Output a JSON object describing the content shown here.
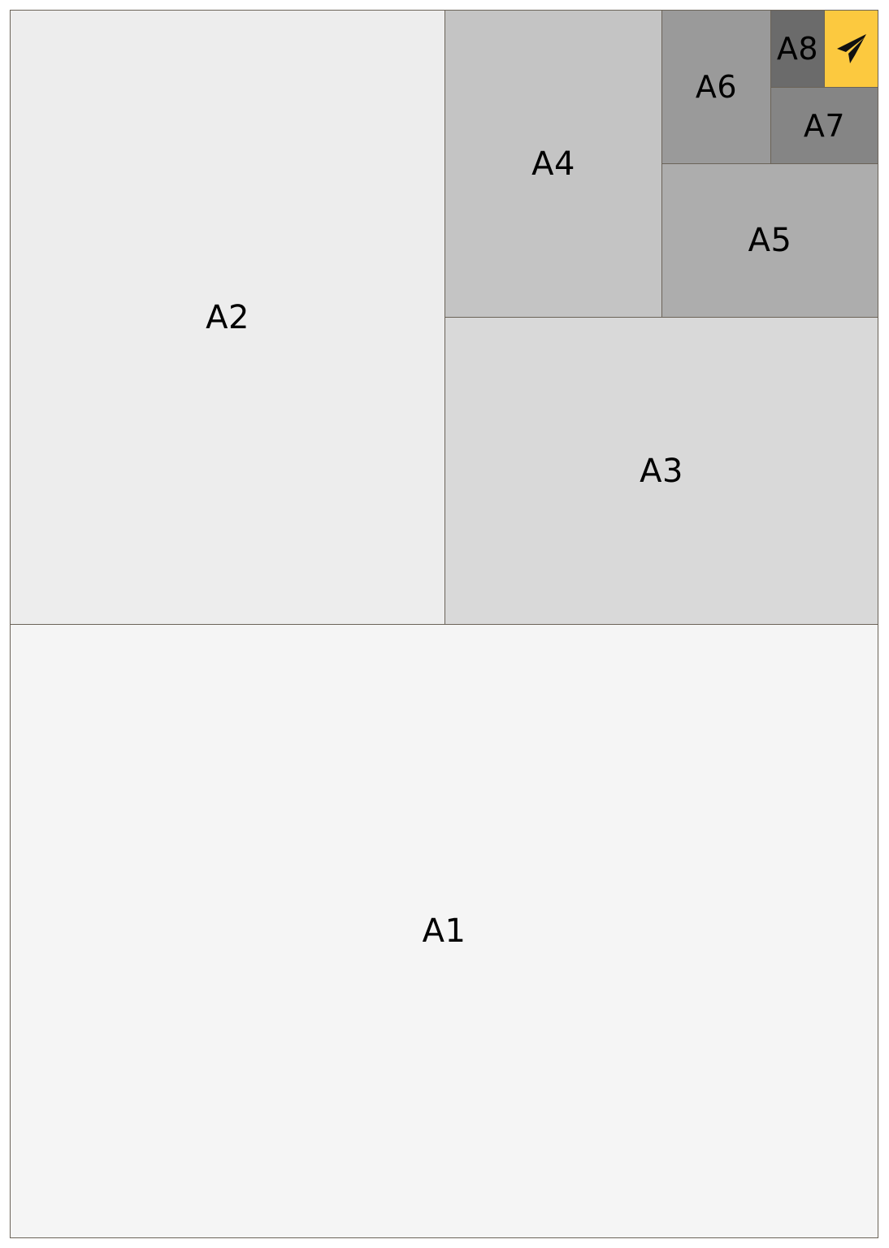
{
  "diagram": {
    "sheets": [
      {
        "id": "a1",
        "label": "A1",
        "color": "#f5f5f5"
      },
      {
        "id": "a2",
        "label": "A2",
        "color": "#ededed"
      },
      {
        "id": "a3",
        "label": "A3",
        "color": "#d9d9d9"
      },
      {
        "id": "a4",
        "label": "A4",
        "color": "#c4c4c4"
      },
      {
        "id": "a5",
        "label": "A5",
        "color": "#adadad"
      },
      {
        "id": "a6",
        "label": "A6",
        "color": "#9a9a9a"
      },
      {
        "id": "a7",
        "label": "A7",
        "color": "#858585"
      },
      {
        "id": "a8",
        "label": "A8",
        "color": "#6b6b6b"
      }
    ],
    "icon": {
      "name": "paper-plane-icon",
      "color": "#fcc93f"
    }
  }
}
